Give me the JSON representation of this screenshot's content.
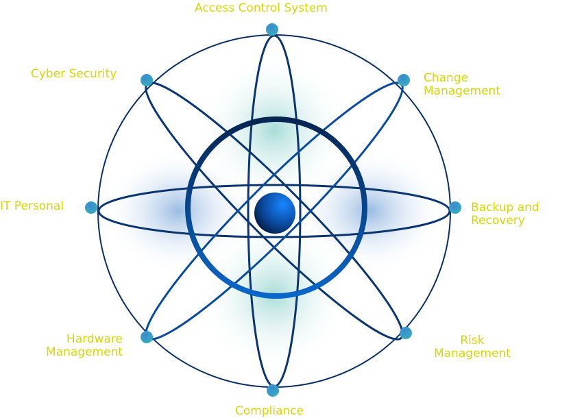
{
  "nodes": [
    {
      "id": "access",
      "label": "Access Control System"
    },
    {
      "id": "change",
      "label": "Change Management",
      "lines": [
        "Change",
        "Management"
      ]
    },
    {
      "id": "backup",
      "label": "Backup and Recovery",
      "lines": [
        "Backup and",
        "Recovery"
      ]
    },
    {
      "id": "risk",
      "label": "Risk Management",
      "lines": [
        "Risk",
        "Management"
      ]
    },
    {
      "id": "compliance",
      "label": "Compliance"
    },
    {
      "id": "hardware",
      "label": "Hardware Management",
      "lines": [
        "Hardware",
        "Management"
      ]
    },
    {
      "id": "it",
      "label": "IT Personal"
    },
    {
      "id": "cyber",
      "label": "Cyber Security"
    }
  ],
  "colors": {
    "label": "#d6d60c",
    "orbit": "#0a2f66",
    "accent": "#0a6ad8",
    "dot": "#34b7b8"
  }
}
